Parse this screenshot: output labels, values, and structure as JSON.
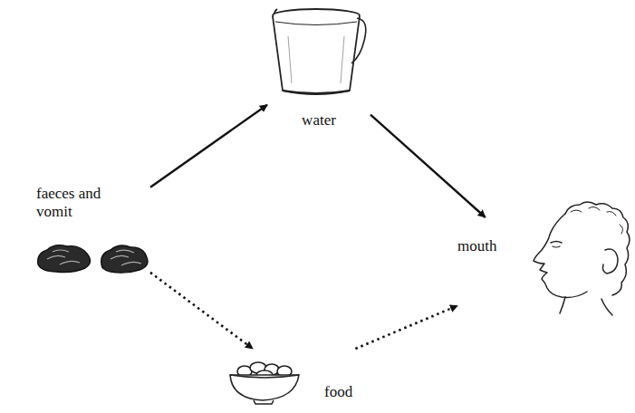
{
  "diagram": {
    "nodes": [
      {
        "text": [
          "water"
        ]
      },
      {
        "text": [
          "faeces and vomit"
        ]
      },
      {
        "text": [
          "mouth"
        ]
      },
      {
        "text": [
          "food"
        ]
      }
    ],
    "edges": [
      {
        "from": 1,
        "to": 0,
        "arrow": "to"
      },
      {
        "from": 0,
        "to": 2,
        "arrow": "to"
      },
      {
        "from": 1,
        "to": 3,
        "arrow": "to"
      },
      {
        "from": 3,
        "to": 2,
        "arrow": "to"
      }
    ]
  }
}
